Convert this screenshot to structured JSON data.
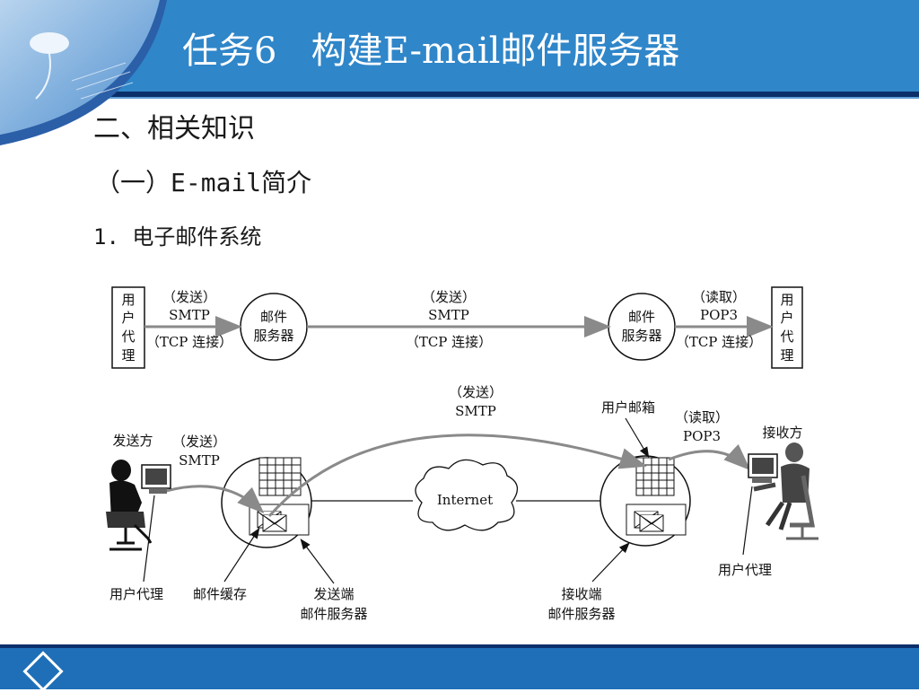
{
  "slide": {
    "title": "任务6   构建E-mail邮件服务器",
    "heading1": "二、相关知识",
    "heading2": "（一）E-mail简介",
    "heading3": "1. 电子邮件系统"
  },
  "top_flow": {
    "user_agent_left": [
      "用",
      "户",
      "代",
      "理"
    ],
    "user_agent_right": [
      "用",
      "户",
      "代",
      "理"
    ],
    "server_left": [
      "邮件",
      "服务器"
    ],
    "server_right": [
      "邮件",
      "服务器"
    ],
    "link1": {
      "top1": "（发送）",
      "top2": "SMTP",
      "bottom": "（TCP 连接）"
    },
    "link2": {
      "top1": "（发送）",
      "top2": "SMTP",
      "bottom": "（TCP 连接）"
    },
    "link3": {
      "top1": "（读取）",
      "top2": "POP3",
      "bottom": "（TCP 连接）"
    }
  },
  "bottom_diagram": {
    "sender": "发送方",
    "receiver": "接收方",
    "send_smtp_left": [
      "（发送）",
      "SMTP"
    ],
    "send_smtp_top": [
      "（发送）",
      "SMTP"
    ],
    "read_pop3": [
      "（读取）",
      "POP3"
    ],
    "mailbox": "用户邮箱",
    "internet": "Internet",
    "user_agent_left": "用户代理",
    "mail_cache": "邮件缓存",
    "send_server": [
      "发送端",
      "邮件服务器"
    ],
    "recv_server": [
      "接收端",
      "邮件服务器"
    ],
    "user_agent_right": "用户代理"
  }
}
